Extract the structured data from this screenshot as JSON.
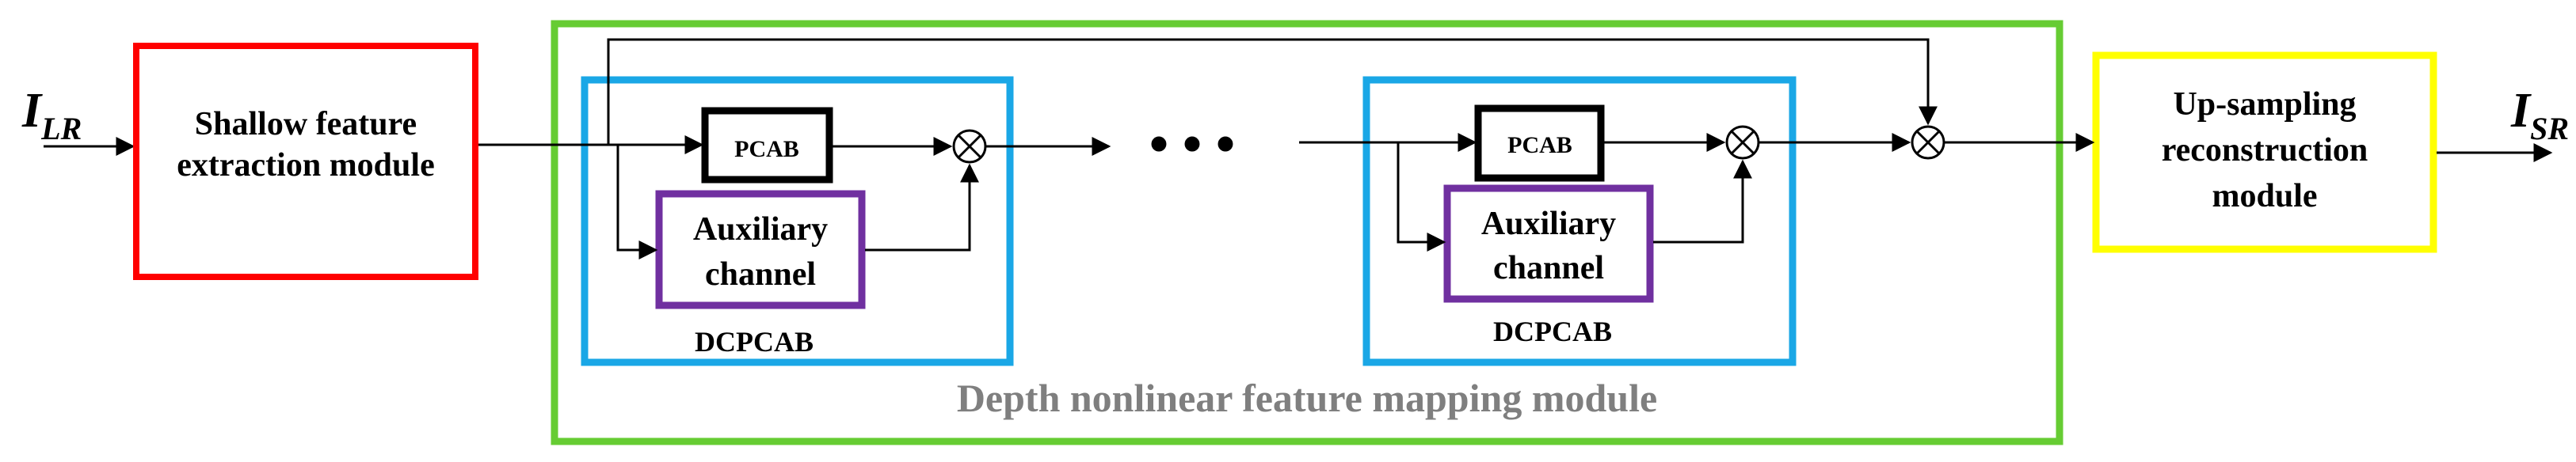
{
  "diagram": {
    "input_label": {
      "main": "I",
      "sub": "LR"
    },
    "output_label": {
      "main": "I",
      "sub": "SR"
    },
    "shallow_module": {
      "line1": "Shallow feature",
      "line2": "extraction module",
      "color": "#ff0000"
    },
    "depth_module": {
      "label": "Depth nonlinear feature mapping module",
      "color": "#66cc33",
      "label_color": "#7f7f7f"
    },
    "block1": {
      "label": "DCPCAB",
      "pcab": "PCAB",
      "aux_line1": "Auxiliary",
      "aux_line2": "channel",
      "color": "#1aa7e6"
    },
    "block2": {
      "label": "DCPCAB",
      "pcab": "PCAB",
      "aux_line1": "Auxiliary",
      "aux_line2": "channel",
      "color": "#1aa7e6"
    },
    "aux_color": "#7030a0",
    "upsampling_module": {
      "line1": "Up-sampling",
      "line2": "reconstruction",
      "line3": "module",
      "color": "#ffff00"
    },
    "ellipsis": "• • •"
  }
}
